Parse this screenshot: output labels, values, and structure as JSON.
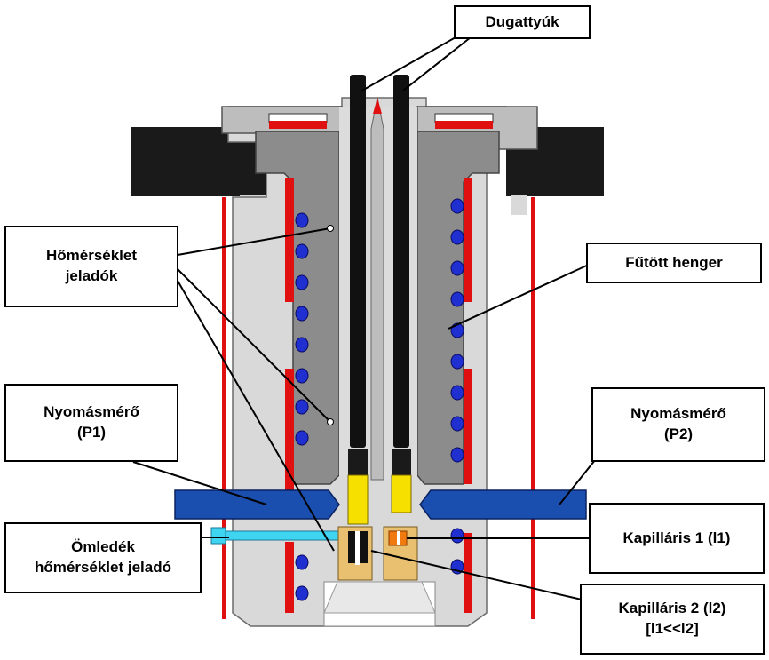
{
  "labels": {
    "dugattyuk": "Dugattyúk",
    "homerseklet_line1": "Hőmérséklet",
    "homerseklet_line2": "jeladók",
    "futott_henger": "Fűtött henger",
    "nyomasmero_p1_line1": "Nyomásmérő",
    "nyomasmero_p1_line2": "(P1)",
    "nyomasmero_p2_line1": "Nyomásmérő",
    "nyomasmero_p2_line2": "(P2)",
    "omledek_line1": "Ömledék",
    "omledek_line2": "hőmérséklet jeladó",
    "kapillaris1": "Kapilláris 1 (l1)",
    "kapillaris2_line1": "Kapilláris 2 (l2)",
    "kapillaris2_line2": "[l1<<l2]"
  },
  "colors": {
    "body_gray": "#8c8c8c",
    "light_gray": "#d9d9d9",
    "heater_red": "#e01010",
    "coil_blue": "#1f2fd0",
    "pressure_blue": "#1a4fb0",
    "melt_cyan": "#3fd4f0",
    "piston_yellow": "#f5e000",
    "capillary_orange": "#f07a10",
    "die_tan": "#e8c070",
    "clamp_black": "#1a1a1a"
  }
}
